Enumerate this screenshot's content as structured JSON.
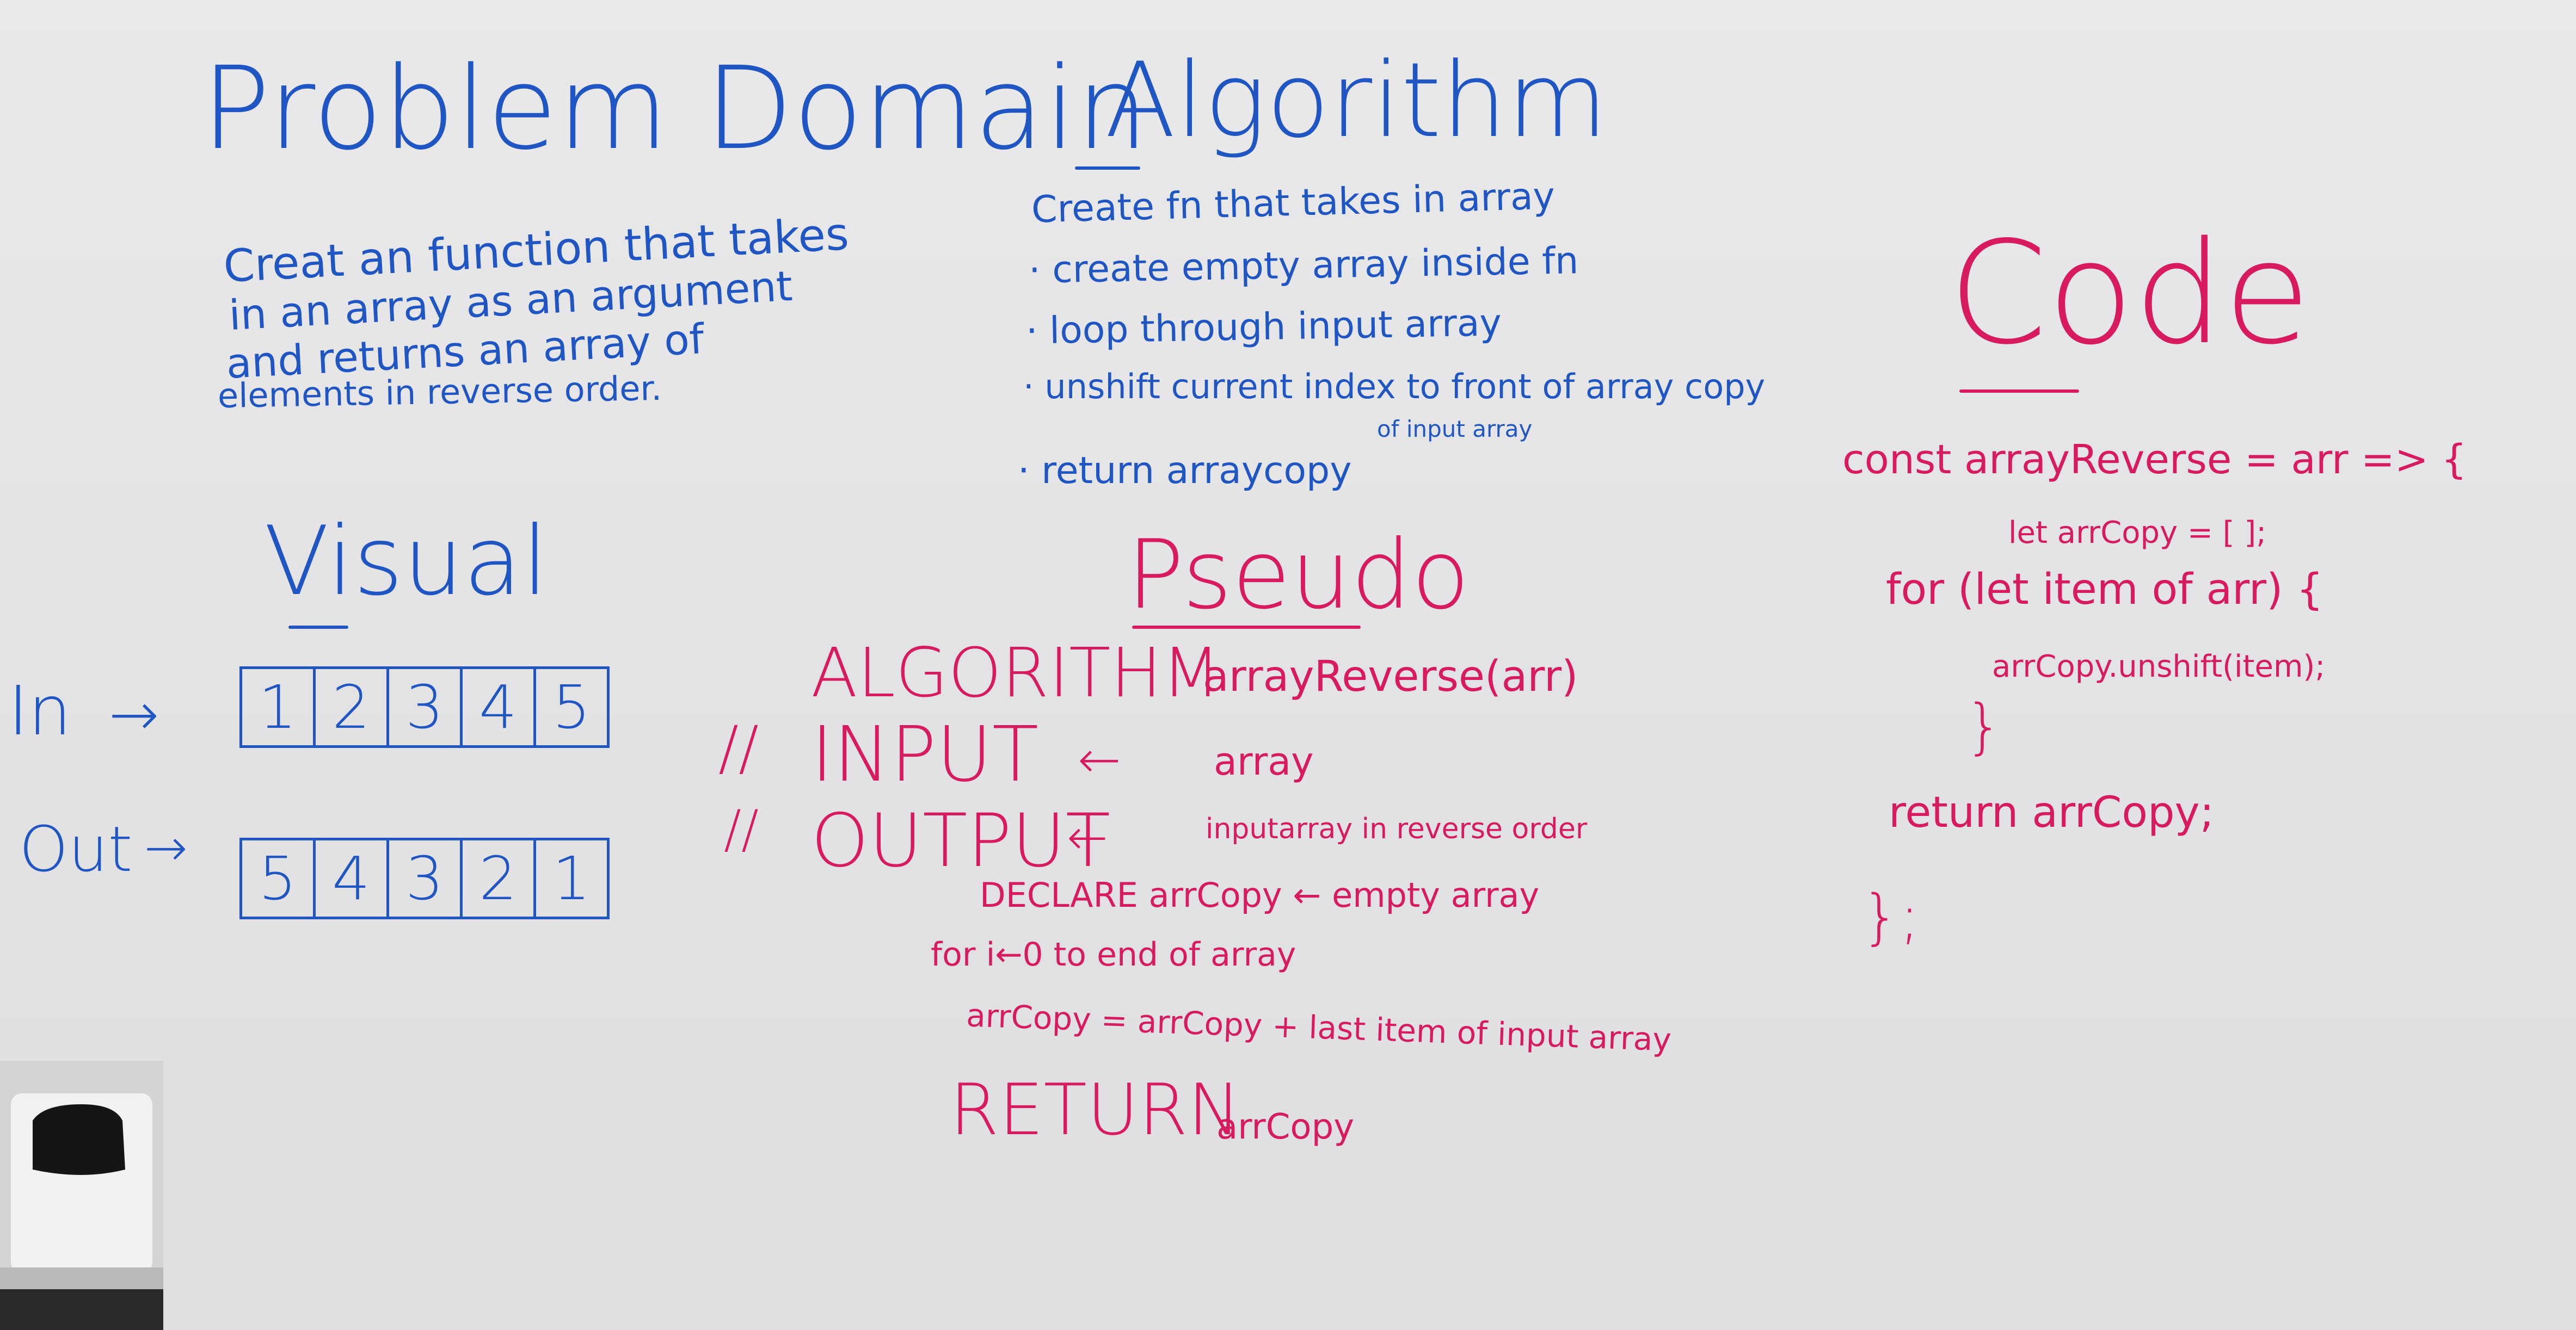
{
  "colors": {
    "blue": "#1f56c4",
    "pink": "#d81b60"
  },
  "problem_domain": {
    "title": "Problem Domain",
    "lines": [
      "Creat an function that takes",
      "in an array as an argument",
      "and returns an array of",
      "elements in reverse order."
    ]
  },
  "algorithm": {
    "title": "Algorithm",
    "steps": [
      "Create fn that takes in array",
      "create empty array inside fn",
      "loop through input array",
      "unshift current index to front of array copy",
      "return arraycopy"
    ],
    "annotation": "of input array"
  },
  "code": {
    "title": "Code",
    "lines": [
      "const arrayReverse = arr => {",
      "let arrCopy = [ ];",
      "for (let item of arr) {",
      "arrCopy.unshift(item);",
      "}",
      "return arrCopy;",
      "};"
    ]
  },
  "visual": {
    "title": "Visual",
    "in_label": "In",
    "out_label": "Out",
    "arrow": "→",
    "in_values": [
      "1",
      "2",
      "3",
      "4",
      "5"
    ],
    "out_values": [
      "5",
      "4",
      "3",
      "2",
      "1"
    ]
  },
  "pseudo": {
    "title": "Pseudo",
    "algorithm_kw": "ALGORITHM",
    "algorithm_name": "arrayReverse(arr)",
    "comment_marks": "//",
    "input_kw": "INPUT",
    "input_desc": "array",
    "output_kw": "OUTPUT",
    "output_desc": "inputarray in reverse order",
    "left_arrow": "←",
    "declare": "DECLARE arrCopy ← empty array",
    "for_line": "for i←0 to end of array",
    "assign_line": "arrCopy = arrCopy + last item of input array",
    "return_kw": "RETURN",
    "return_val": "arrCopy"
  }
}
